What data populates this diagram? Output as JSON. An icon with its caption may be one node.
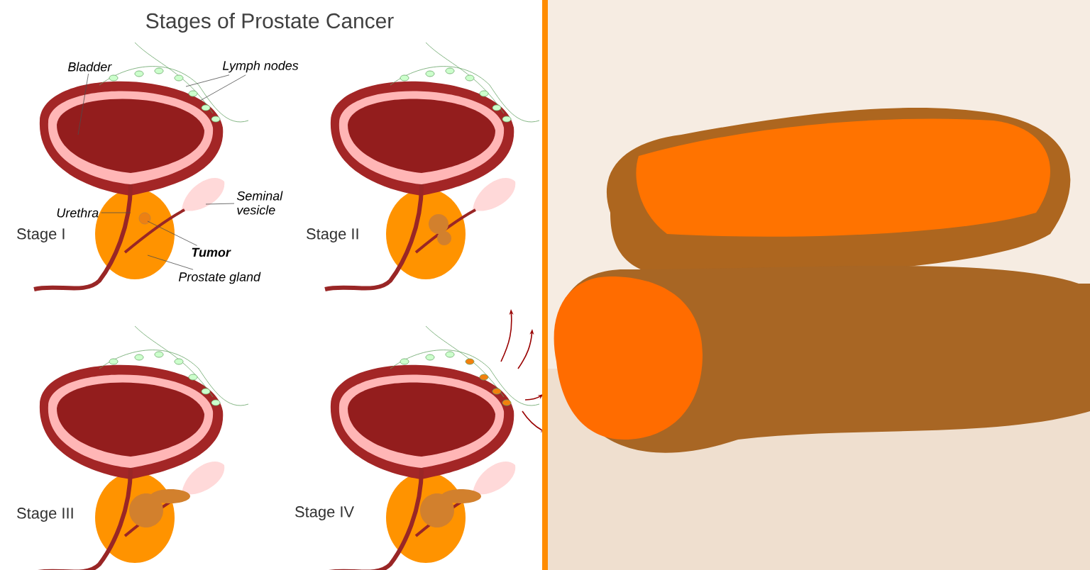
{
  "diagram": {
    "title": "Stages of Prostate Cancer",
    "nodes": [
      {
        "text": [
          "Bladder"
        ]
      },
      {
        "text": [
          "Lymph nodes"
        ]
      },
      {
        "text": [
          "Urethra"
        ]
      },
      {
        "text": [
          "Seminal vesicle"
        ]
      },
      {
        "text": [
          "Tumor"
        ]
      },
      {
        "text": [
          "Prostate gland"
        ]
      }
    ],
    "edges": [
      {
        "from": 0,
        "to": null,
        "arrow": "none"
      },
      {
        "from": 1,
        "to": null,
        "arrow": "none"
      },
      {
        "from": 1,
        "to": null,
        "arrow": "none"
      },
      {
        "from": 2,
        "to": null,
        "arrow": "none"
      },
      {
        "from": 3,
        "to": null,
        "arrow": "none"
      },
      {
        "from": 4,
        "to": null,
        "arrow": "none"
      },
      {
        "from": 5,
        "to": null,
        "arrow": "none"
      }
    ],
    "labels": [
      "Stage I",
      "Stage II",
      "Stage III",
      "Stage IV"
    ]
  }
}
